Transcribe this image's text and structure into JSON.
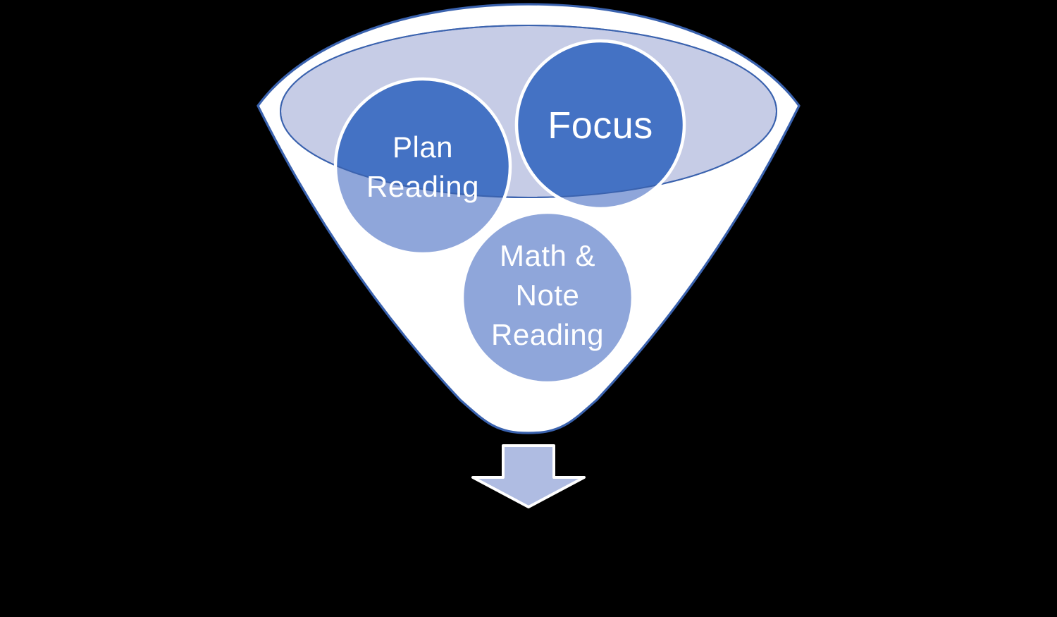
{
  "canvas": {
    "background": "#000000"
  },
  "diagram": {
    "funnel": {
      "fill": "#ffffff",
      "outline": "#3a62ae"
    },
    "mouth_ellipse": {
      "fill": "#c6cce6",
      "outline": "#3a62ae"
    },
    "bubble_colors": {
      "submerged_fill": "#4472c4",
      "body_fill": "#8fa6da",
      "ring": "#ffffff"
    },
    "text_color": "#ffffff",
    "bubbles": [
      {
        "id": "plan-reading",
        "label": "Plan Reading",
        "line1": "Plan",
        "line2": "Reading"
      },
      {
        "id": "focus",
        "label": "Focus",
        "line1": "Focus"
      },
      {
        "id": "math-note-reading",
        "label": "Math & Note Reading",
        "line1": "Math &",
        "line2": "Note",
        "line3": "Reading"
      }
    ],
    "arrow": {
      "icon": "down-arrow",
      "fill": "#afbce2",
      "outline": "#ffffff"
    }
  }
}
